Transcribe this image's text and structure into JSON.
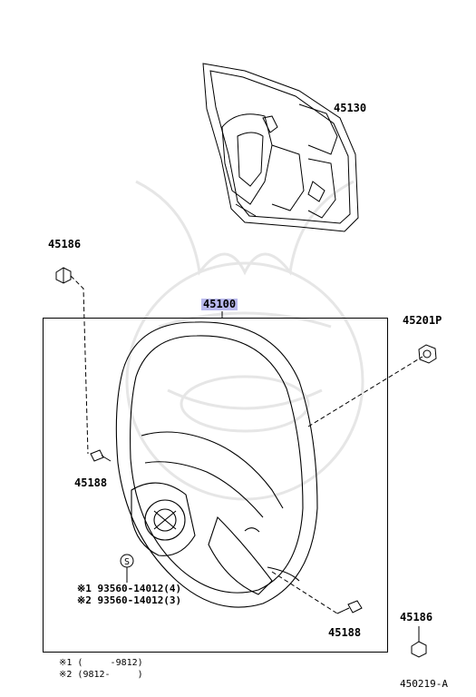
{
  "diagram": {
    "labels": {
      "p45130": "45130",
      "p45186_top": "45186",
      "p45100": "45100",
      "p45201p": "45201P",
      "p45188_left": "45188",
      "p45188_right": "45188",
      "p45186_right": "45186",
      "sub1": "※1 93560-14012(4)",
      "sub2": "※2 93560-14012(3)"
    },
    "footnotes": {
      "f1": "※1 (     -9812)",
      "f2": "※2 (9812-     )"
    },
    "figure_id": "450219-A",
    "highlight_color": "#b9b9ee"
  }
}
